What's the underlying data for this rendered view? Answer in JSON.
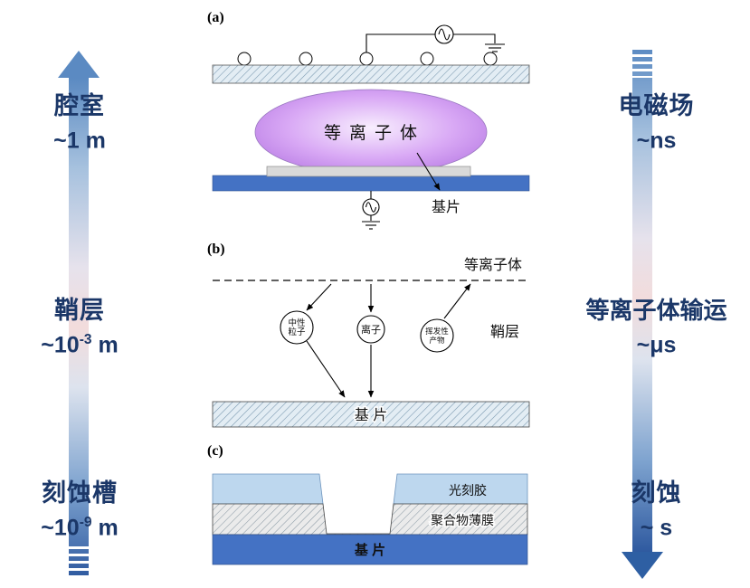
{
  "left_scale": {
    "items": [
      {
        "label": "腔室",
        "value_pre": "~1 m",
        "value_sup": "",
        "value_post": ""
      },
      {
        "label": "鞘层",
        "value_pre": "~10",
        "value_sup": "-3",
        "value_post": " m"
      },
      {
        "label": "刻蚀槽",
        "value_pre": "~10",
        "value_sup": "-9",
        "value_post": " m"
      }
    ]
  },
  "right_scale": {
    "items": [
      {
        "label": "电磁场",
        "value_pre": "~ns",
        "value_sup": "",
        "value_post": ""
      },
      {
        "label": "等离子体输运",
        "value_pre": "~μs",
        "value_sup": "",
        "value_post": ""
      },
      {
        "label": "刻蚀",
        "value_pre": "~ s",
        "value_sup": "",
        "value_post": ""
      }
    ]
  },
  "panel_a": {
    "tag": "(a)",
    "plasma_label": "等离子体",
    "substrate_label": "基片"
  },
  "panel_b": {
    "tag": "(b)",
    "plasma_label": "等离子体",
    "sheath_label": "鞘层",
    "neutral_line1": "中性",
    "neutral_line2": "粒子",
    "ion_label": "离子",
    "volatile_line1": "挥发性",
    "volatile_line2": "产物",
    "substrate_label": "基 片"
  },
  "panel_c": {
    "tag": "(c)",
    "photoresist_label": "光刻胶",
    "polymer_label": "聚合物薄膜",
    "substrate_label": "基 片"
  },
  "colors": {
    "text_navy": "#1b3768",
    "arrow_blue": "#4f81bd",
    "plasma_purple": "#c9a0ee",
    "substrate_blue": "#4472c4",
    "photoresist_blue": "#bdd7ee"
  }
}
